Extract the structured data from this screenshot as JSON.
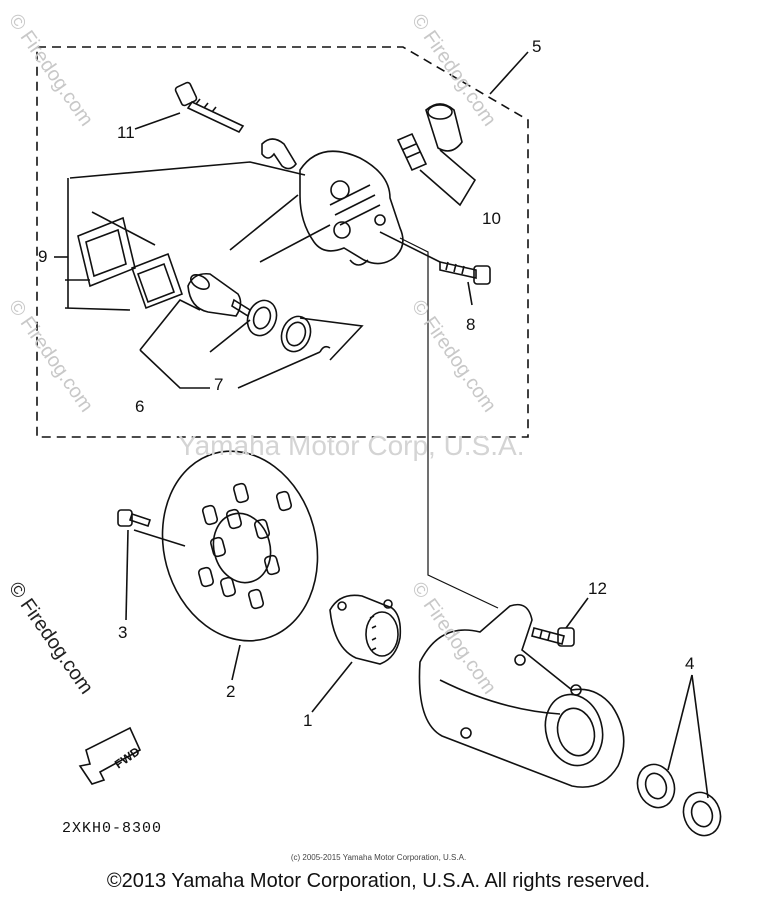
{
  "watermark": {
    "center": "Yamaha Motor Corp, U.S.A.",
    "side": "© Firedog.com"
  },
  "callouts": {
    "c1": "1",
    "c2": "2",
    "c3": "3",
    "c4": "4",
    "c5": "5",
    "c6": "6",
    "c7": "7",
    "c8": "8",
    "c9": "9",
    "c10": "10",
    "c11": "11",
    "c12": "12"
  },
  "fwd_label": "FWD",
  "part_code": "2XKH0-8300",
  "small_copyright": "(c) 2005-2015 Yamaha Motor Corporation, U.S.A.",
  "copyright": "©2013 Yamaha Motor Corporation, U.S.A. All rights reserved."
}
